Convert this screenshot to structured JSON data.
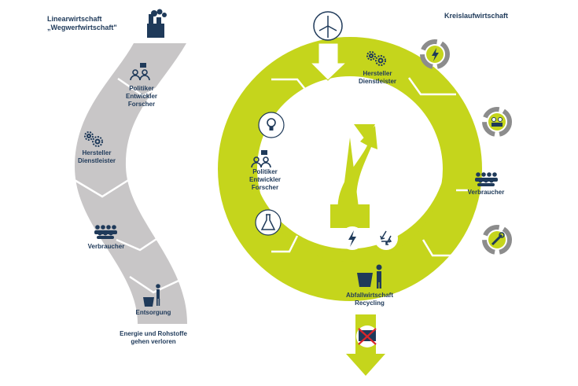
{
  "linear": {
    "title_line1": "Linearwirtschaft",
    "title_line2": "„Wegwerfwirtschaft\"",
    "stages": [
      {
        "lines": [
          "Politiker",
          "Entwickler",
          "Forscher"
        ],
        "icon": "people-speech-icon"
      },
      {
        "lines": [
          "Hersteller",
          "Dienstleister"
        ],
        "icon": "gears-icon"
      },
      {
        "lines": [
          "Verbraucher"
        ],
        "icon": "group-icon"
      },
      {
        "lines": [
          "Entsorgung"
        ],
        "icon": "trash-person-icon"
      }
    ],
    "loss_line1": "Energie und Rohstoffe",
    "loss_line2": "gehen verloren"
  },
  "circular": {
    "title": "Kreislaufwirtschaft",
    "hersteller": [
      "Hersteller",
      "Dienstleister"
    ],
    "politiker": [
      "Politiker",
      "Entwickler",
      "Forscher"
    ],
    "verbraucher": "Verbraucher",
    "abfall": [
      "Abfallwirtschaft",
      "Recycling"
    ]
  },
  "colors": {
    "linear_band": "#c8c6c7",
    "circular_band": "#c5d51c",
    "navy": "#1f3a5a",
    "loop_gray": "#8c8c8c"
  }
}
